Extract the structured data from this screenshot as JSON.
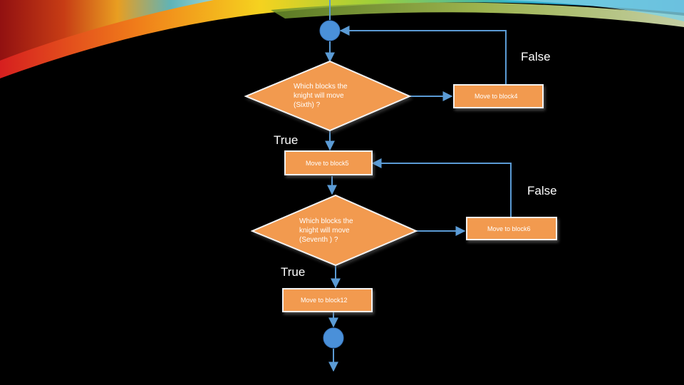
{
  "diagram": {
    "decision1": {
      "text": "Which blocks the\nknight will move\n(Sixth) ?"
    },
    "decision2": {
      "text": "Which blocks the\nknight will move\n(Seventh ) ?"
    },
    "process_block4": {
      "text": "Move to block4"
    },
    "process_block5": {
      "text": "Move to block5"
    },
    "process_block6": {
      "text": "Move to block6"
    },
    "process_block12": {
      "text": "Move to block12"
    },
    "labels": {
      "false1": "False",
      "true1": "True",
      "false2": "False",
      "true2": "True"
    }
  },
  "colors": {
    "background": "#000000",
    "shape_fill": "#f29a4f",
    "shape_border": "#f2f2f2",
    "connector": "#5b9bd5",
    "node_circle": "#4a90d9"
  }
}
